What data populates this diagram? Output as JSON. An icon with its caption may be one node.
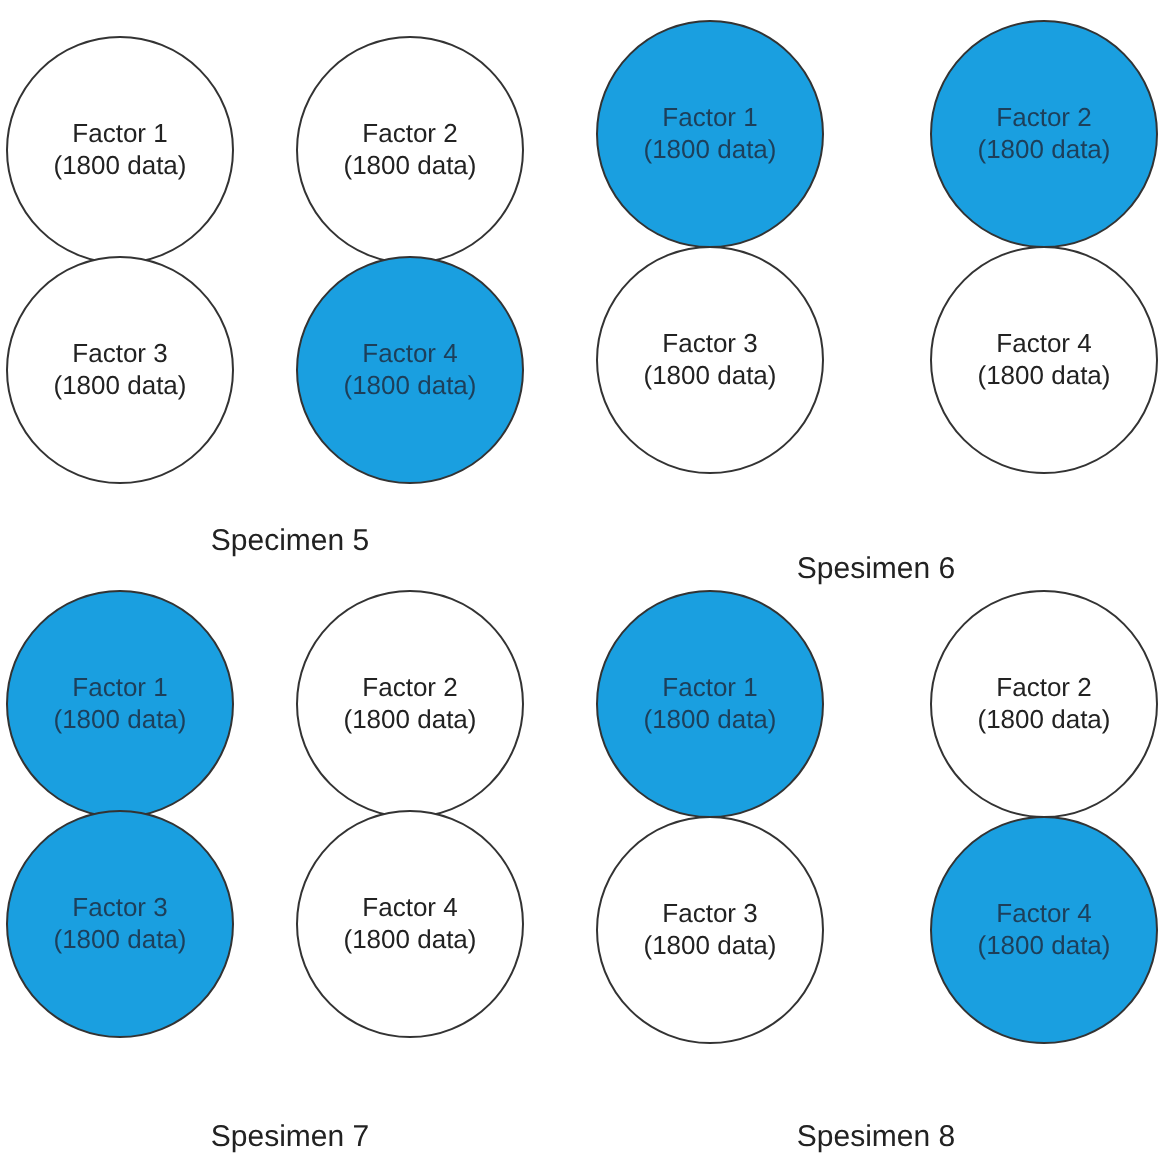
{
  "diagram": {
    "nodes": [
      {
        "text": [
          "Factor 1 (1800 data)"
        ]
      },
      {
        "text": [
          "Factor 2 (1800 data)"
        ]
      },
      {
        "text": [
          "Factor 3 (1800 data)"
        ]
      },
      {
        "text": [
          "Factor 4 (1800 data)"
        ]
      },
      {
        "text": [
          "Factor 1 (1800 data)"
        ]
      },
      {
        "text": [
          "Factor 2 (1800 data)"
        ]
      },
      {
        "text": [
          "Factor 3 (1800 data)"
        ]
      },
      {
        "text": [
          "Factor 4 (1800 data)"
        ]
      },
      {
        "text": [
          "Factor 1 (1800 data)"
        ]
      },
      {
        "text": [
          "Factor 2 (1800 data)"
        ]
      },
      {
        "text": [
          "Factor 3 (1800 data)"
        ]
      },
      {
        "text": [
          "Factor 4 (1800 data)"
        ]
      },
      {
        "text": [
          "Factor 1 (1800 data)"
        ]
      },
      {
        "text": [
          "Factor 2 (1800 data)"
        ]
      },
      {
        "text": [
          "Factor 3 (1800 data)"
        ]
      },
      {
        "text": [
          "Factor 4 (1800 data)"
        ]
      }
    ],
    "labels": [
      "Specimen 5",
      "Spesimen 6",
      "Spesimen 7",
      "Spesimen 8"
    ]
  }
}
